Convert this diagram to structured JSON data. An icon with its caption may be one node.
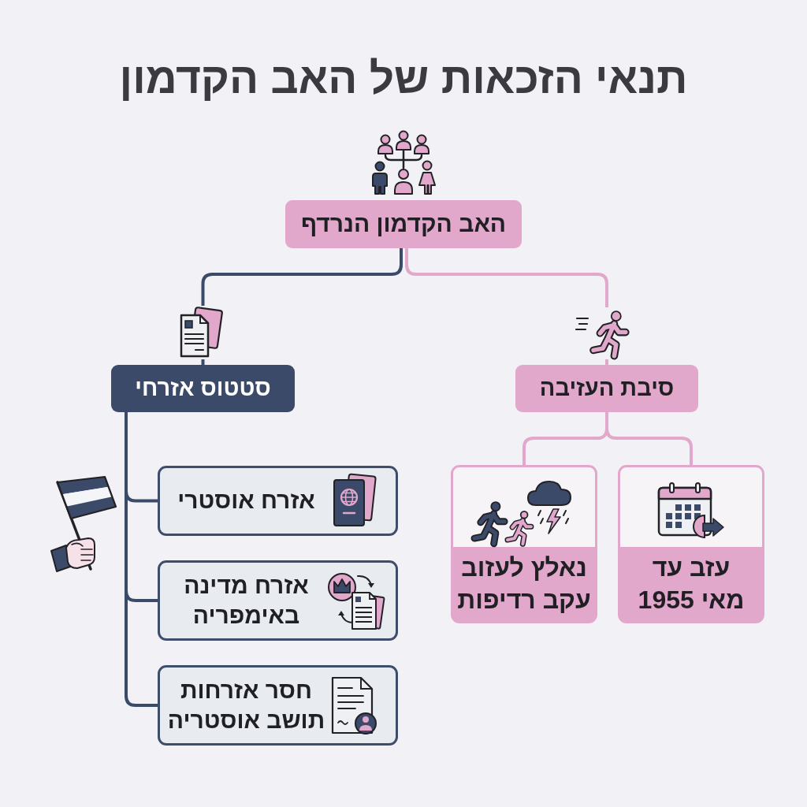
{
  "diagram": {
    "title": "תנאי הזכאות של האב הקדמון",
    "nodes": [
      {
        "text": [
          "האב הקדמון הנרדף"
        ]
      },
      {
        "text": [
          "סיבת העזיבה"
        ]
      },
      {
        "text": [
          "עזב עד מאי 1955"
        ]
      },
      {
        "text": [
          "נאלץ לעזוב עקב רדיפות"
        ]
      },
      {
        "text": [
          "סטטוס אזרחי"
        ]
      },
      {
        "text": [
          "אזרח אוסטרי"
        ]
      },
      {
        "text": [
          "אזרח מדינה באימפריה"
        ]
      },
      {
        "text": [
          "חסר אזרחות תושב אוסטריה"
        ]
      }
    ],
    "edges": [
      {
        "from": 0,
        "to": 1,
        "arrow": "none",
        "color": "#e2a8cb"
      },
      {
        "from": 1,
        "to": 2,
        "arrow": "none",
        "color": "#e2a8cb"
      },
      {
        "from": 1,
        "to": 3,
        "arrow": "none",
        "color": "#e2a8cb"
      },
      {
        "from": 0,
        "to": 4,
        "arrow": "none"
      },
      {
        "from": 4,
        "to": 5,
        "arrow": "none"
      },
      {
        "from": 4,
        "to": 6,
        "arrow": "none"
      },
      {
        "from": 4,
        "to": 7,
        "arrow": "none"
      }
    ]
  }
}
